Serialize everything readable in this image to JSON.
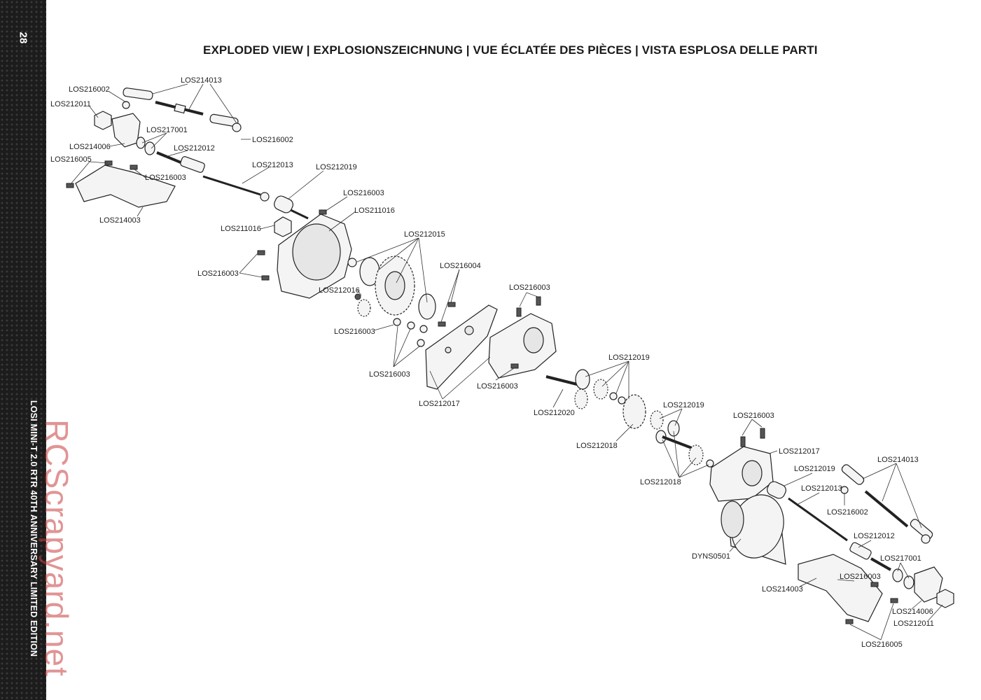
{
  "page_number": "28",
  "side_title": "LOSI MINI-T 2.0 RTR 40TH ANNIVERSARY LIMITED EDITION",
  "watermark": "RCScrapyard.net",
  "title": "EXPLODED VIEW  |  EXPLOSIONSZEICHNUNG  |  VUE ÉCLATÉE DES PIÈCES  |  VISTA ESPLOSA DELLE PARTI",
  "callouts": [
    {
      "id": "l1",
      "text": "LOS214013"
    },
    {
      "id": "l2",
      "text": "LOS216002"
    },
    {
      "id": "l3",
      "text": "LOS212011"
    },
    {
      "id": "l4",
      "text": "LOS217001"
    },
    {
      "id": "l5",
      "text": "LOS216002"
    },
    {
      "id": "l6",
      "text": "LOS214006"
    },
    {
      "id": "l7",
      "text": "LOS212012"
    },
    {
      "id": "l8",
      "text": "LOS216005"
    },
    {
      "id": "l9",
      "text": "LOS216003"
    },
    {
      "id": "l10",
      "text": "LOS212013"
    },
    {
      "id": "l11",
      "text": "LOS212019"
    },
    {
      "id": "l12",
      "text": "LOS216003"
    },
    {
      "id": "l13",
      "text": "LOS211016"
    },
    {
      "id": "l14",
      "text": "LOS214003"
    },
    {
      "id": "l15",
      "text": "LOS211016"
    },
    {
      "id": "l16",
      "text": "LOS212015"
    },
    {
      "id": "l17",
      "text": "LOS216003"
    },
    {
      "id": "l18",
      "text": "LOS216004"
    },
    {
      "id": "l19",
      "text": "LOS212016"
    },
    {
      "id": "l20",
      "text": "LOS216003"
    },
    {
      "id": "l21",
      "text": "LOS216003"
    },
    {
      "id": "l22",
      "text": "LOS212019"
    },
    {
      "id": "l23",
      "text": "LOS216003"
    },
    {
      "id": "l24",
      "text": "LOS216003"
    },
    {
      "id": "l25",
      "text": "LOS212017"
    },
    {
      "id": "l26",
      "text": "LOS212020"
    },
    {
      "id": "l27",
      "text": "LOS212019"
    },
    {
      "id": "l28",
      "text": "LOS212018"
    },
    {
      "id": "l29",
      "text": "LOS216003"
    },
    {
      "id": "l30",
      "text": "LOS212017"
    },
    {
      "id": "l31",
      "text": "LOS214013"
    },
    {
      "id": "l32",
      "text": "LOS212019"
    },
    {
      "id": "l33",
      "text": "LOS212018"
    },
    {
      "id": "l34",
      "text": "LOS212013"
    },
    {
      "id": "l35",
      "text": "LOS216002"
    },
    {
      "id": "l36",
      "text": "LOS212012"
    },
    {
      "id": "l37",
      "text": "DYNS0501"
    },
    {
      "id": "l38",
      "text": "LOS217001"
    },
    {
      "id": "l39",
      "text": "LOS216003"
    },
    {
      "id": "l40",
      "text": "LOS214003"
    },
    {
      "id": "l41",
      "text": "LOS214006"
    },
    {
      "id": "l42",
      "text": "LOS212011"
    },
    {
      "id": "l43",
      "text": "LOS216005"
    }
  ]
}
